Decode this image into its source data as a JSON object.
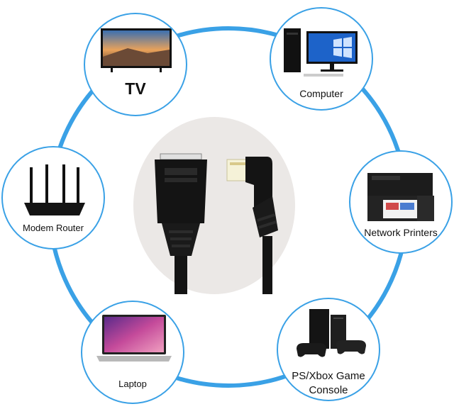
{
  "colors": {
    "ring": "#3aa1e6",
    "center_bg": "#ebe8e6",
    "cable": "#141414"
  },
  "devices": {
    "tv": {
      "label": "TV",
      "icon": "tv-icon"
    },
    "computer": {
      "label": "Computer",
      "icon": "desktop-computer-icon"
    },
    "router": {
      "label": "Modem Router",
      "icon": "router-icon"
    },
    "printer": {
      "label": "Network Printers",
      "icon": "printer-icon"
    },
    "laptop": {
      "label": "Laptop",
      "icon": "laptop-icon"
    },
    "console": {
      "label_line1": "PS/Xbox Game",
      "label_line2": "Console",
      "icon": "game-console-icon"
    }
  },
  "center": {
    "icon": "rj45-extension-cable-icon"
  }
}
